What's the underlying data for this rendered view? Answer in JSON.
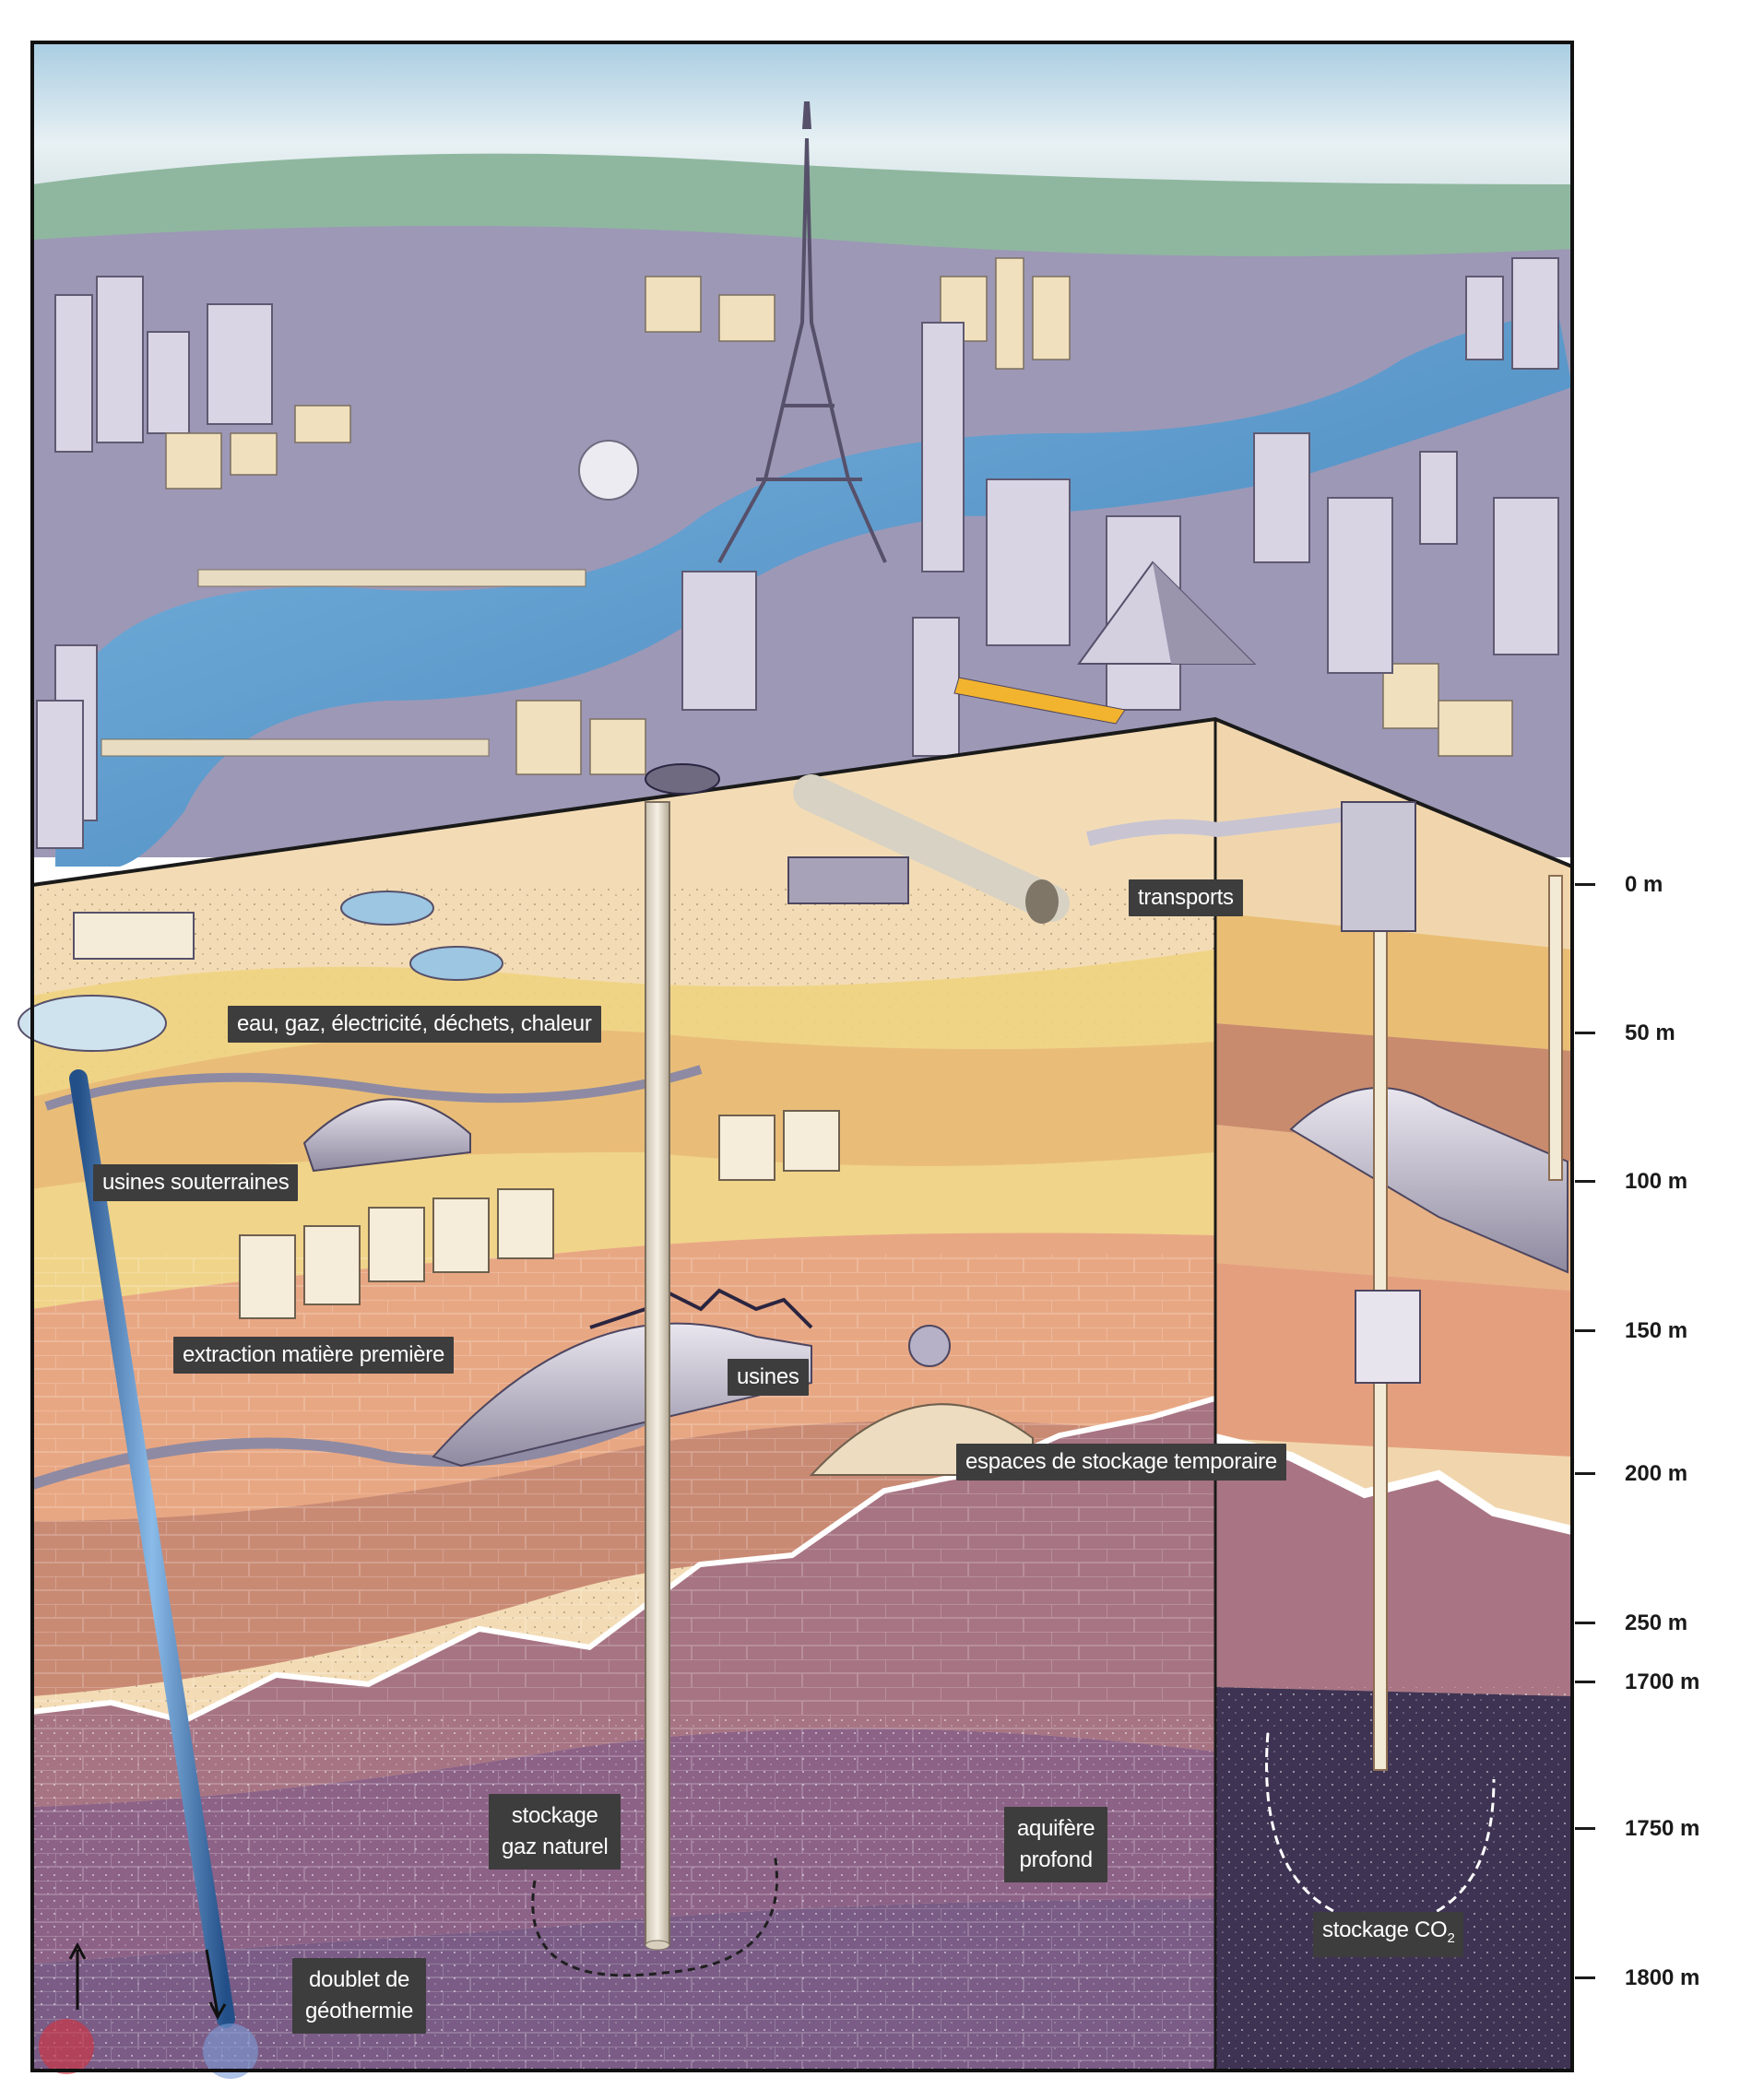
{
  "labels": {
    "transports": "transports",
    "utilities": "eau, gaz, électricité, déchets, chaleur",
    "underground_factories": "usines souterraines",
    "raw_extraction": "extraction matière première",
    "factories": "usines",
    "temp_storage": "espaces de stockage temporaire",
    "gas_storage": [
      "stockage",
      "gaz naturel"
    ],
    "aquifer": [
      "aquifère",
      "profond"
    ],
    "co2_storage": "stockage CO",
    "co2_sub": "2",
    "geothermal": [
      "doublet de",
      "géothermie"
    ]
  },
  "depth_scale": [
    "0 m",
    "50 m",
    "100 m",
    "150 m",
    "200 m",
    "250 m",
    "1700 m",
    "1750 m",
    "1800 m"
  ],
  "colors": {
    "sky": "#cfe3ee",
    "water": "#4f8fc6",
    "sand": "#f2d7a8",
    "yellow_sand": "#efd58a",
    "clay": "#e4a37f",
    "brick": "#c88872",
    "deep_rock": "#9b6a84",
    "purple_rock": "#7f5a8a",
    "co2_dark": "#3e3152",
    "hot_pipe": "#d02b32",
    "cold_pipe": "#3a7ec7"
  }
}
